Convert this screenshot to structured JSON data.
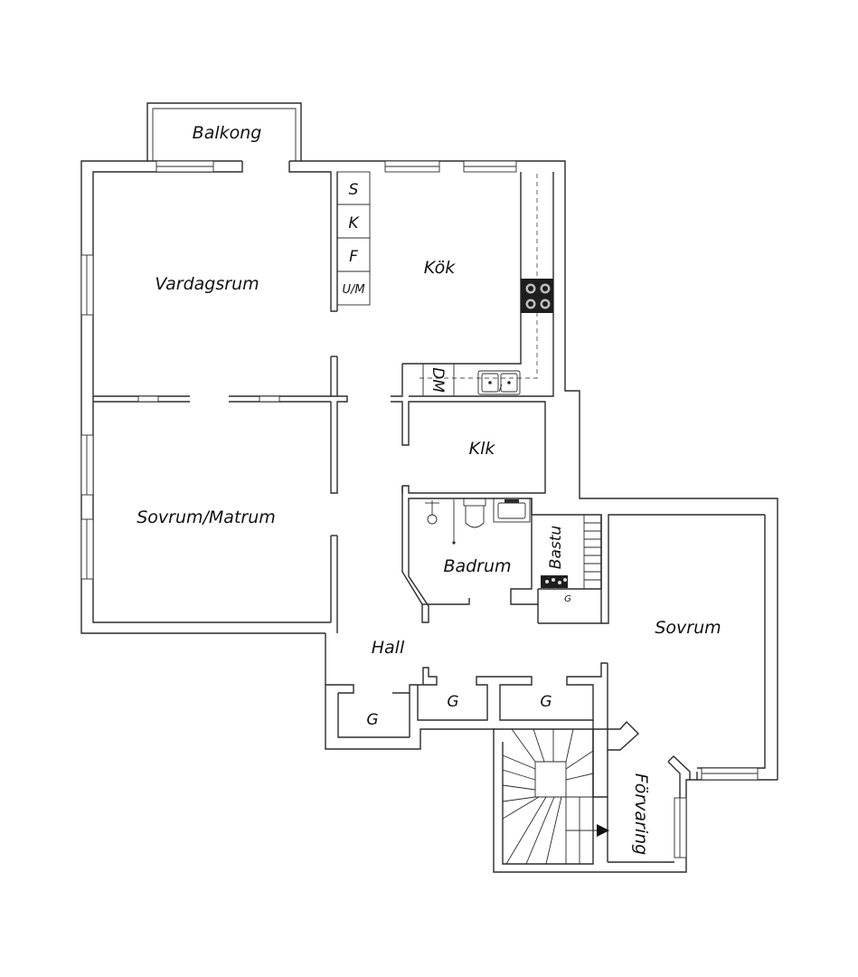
{
  "plan": {
    "rooms": {
      "balkong": "Balkong",
      "vardagsrum": "Vardagsrum",
      "kok": "Kök",
      "klk": "Klk",
      "sovrum_matrum": "Sovrum/Matrum",
      "badrum": "Badrum",
      "bastu": "Bastu",
      "hall": "Hall",
      "sovrum": "Sovrum",
      "forvaring": "Förvaring"
    },
    "kitchen_units": {
      "s": "S",
      "k": "K",
      "f": "F",
      "um": "U/M",
      "dm": "DM"
    },
    "closets": {
      "g1": "G",
      "g2": "G",
      "g3": "G",
      "g4": "G"
    },
    "icons": [
      "stove-icon",
      "sink-icon",
      "toilet-icon",
      "shower-icon",
      "sauna-heater-icon",
      "stair-arrow-icon"
    ]
  }
}
